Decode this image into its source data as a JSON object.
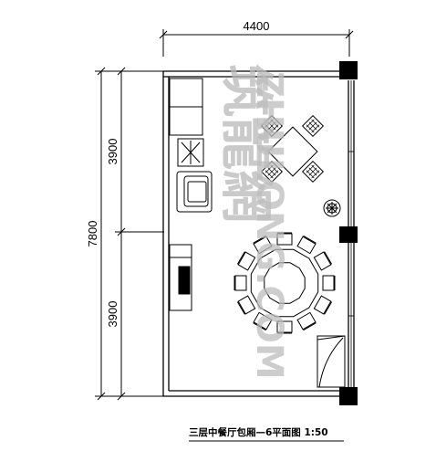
{
  "dimensions": {
    "top_width": "4400",
    "overall_height": "7800",
    "upper_segment": "3900",
    "lower_segment": "3900"
  },
  "caption": "三层中餐厅包厢—6平面图 1:50",
  "watermark": {
    "chinese": "筑龍網",
    "latin": "ZHULONG.COM"
  },
  "round_table_chairs": 12,
  "square_table_chairs": 4
}
